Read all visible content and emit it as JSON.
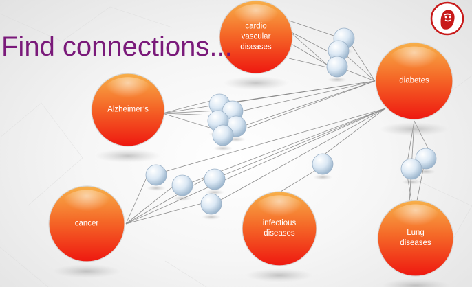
{
  "slide": {
    "title": "Find connections..."
  },
  "diagram": {
    "nodes": [
      {
        "id": "cvd",
        "label": "cardio\nvascular\ndiseases"
      },
      {
        "id": "diabetes",
        "label": "diabetes"
      },
      {
        "id": "alzheimers",
        "label": "Alzheimer’s"
      },
      {
        "id": "cancer",
        "label": "cancer"
      },
      {
        "id": "infectious",
        "label": "infectious\ndiseases"
      },
      {
        "id": "lung",
        "label": "Lung\ndiseases"
      }
    ],
    "connectors": [
      "shared-factor",
      "shared-factor",
      "shared-factor",
      "shared-factor",
      "shared-factor",
      "shared-factor",
      "shared-factor",
      "shared-factor",
      "shared-factor",
      "shared-factor",
      "shared-factor",
      "shared-factor",
      "shared-factor",
      "shared-factor",
      "shared-factor"
    ],
    "colors": {
      "title": "#7a1a7a",
      "node_top": "#f9a23a",
      "node_bottom": "#f01c14",
      "connector": "#cfe0f0",
      "line": "#8c8c8c",
      "logo": "#c81a1a"
    },
    "icons": [
      "presenter-logo-icon"
    ]
  }
}
